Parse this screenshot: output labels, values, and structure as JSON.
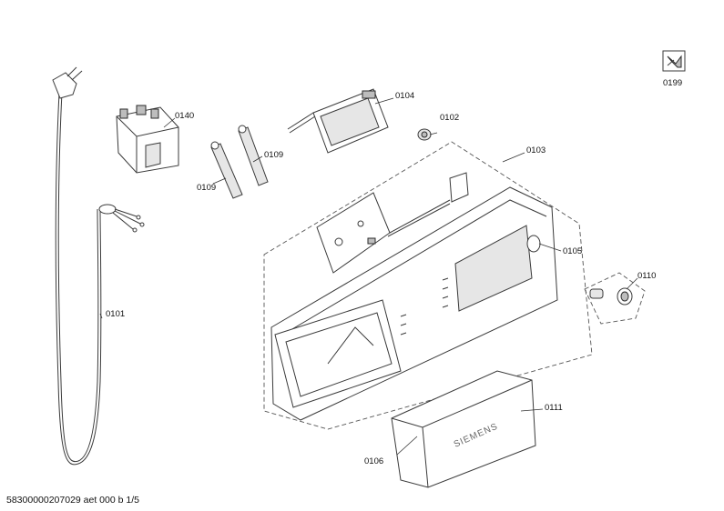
{
  "callouts": [
    {
      "id": "c0101",
      "label": "0101"
    },
    {
      "id": "c0102",
      "label": "0102"
    },
    {
      "id": "c0103",
      "label": "0103"
    },
    {
      "id": "c0104",
      "label": "0104"
    },
    {
      "id": "c0105",
      "label": "0105"
    },
    {
      "id": "c0106",
      "label": "0106"
    },
    {
      "id": "c0109a",
      "label": "0109"
    },
    {
      "id": "c0109b",
      "label": "0109"
    },
    {
      "id": "c0110",
      "label": "0110"
    },
    {
      "id": "c0111",
      "label": "0111"
    },
    {
      "id": "c0140",
      "label": "0140"
    },
    {
      "id": "c0199",
      "label": "0199"
    }
  ],
  "brand_on_door": "SIEMENS",
  "footer_text": "58300000207029 aet 000 b 1/5"
}
